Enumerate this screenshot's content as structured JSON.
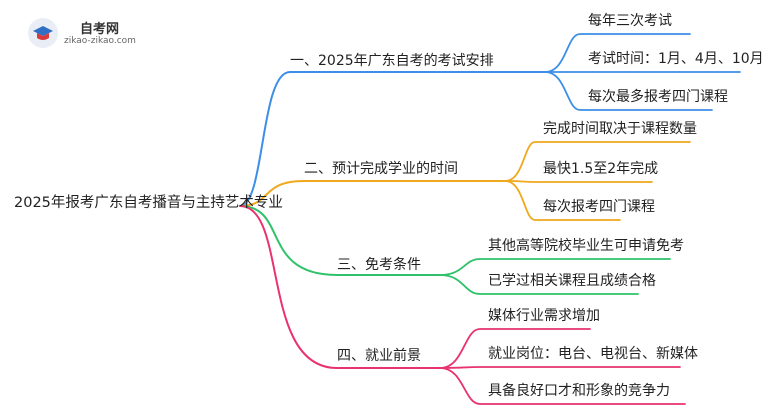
{
  "logo": {
    "name": "自考网",
    "url": "zikao-zikao.com",
    "icon": "graduation-cap-icon"
  },
  "root": "2025年报考广东自考播音与主持艺术专业",
  "branches": [
    {
      "label": "一、2025年广东自考的考试安排",
      "color": "#3b8fe8",
      "children": [
        "每年三次考试",
        "考试时间：1月、4月、10月",
        "每次最多报考四门课程"
      ]
    },
    {
      "label": "二、预计完成学业的时间",
      "color": "#f0a81c",
      "children": [
        "完成时间取决于课程数量",
        "最快1.5至2年完成",
        "每次报考四门课程"
      ]
    },
    {
      "label": "三、免考条件",
      "color": "#2fc26a",
      "children": [
        "其他高等院校毕业生可申请免考",
        "已学过相关课程且成绩合格"
      ]
    },
    {
      "label": "四、就业前景",
      "color": "#e8336e",
      "children": [
        "媒体行业需求增加",
        "就业岗位：电台、电视台、新媒体",
        "具备良好口才和形象的竞争力"
      ]
    }
  ]
}
